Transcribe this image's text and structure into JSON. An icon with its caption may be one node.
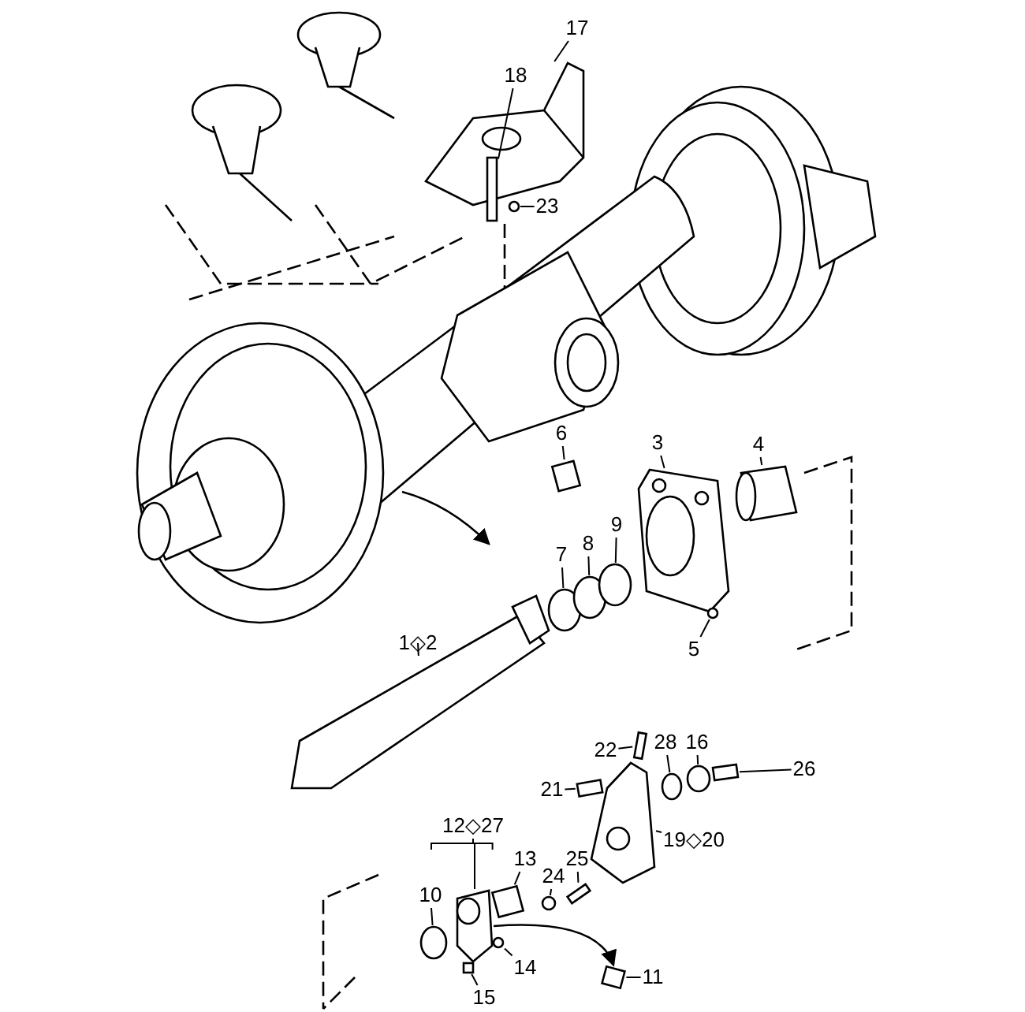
{
  "diagram": {
    "nodes": [
      {
        "text": [
          "17"
        ]
      },
      {
        "text": [
          "18"
        ]
      },
      {
        "text": [
          "23"
        ]
      },
      {
        "text": [
          "6"
        ]
      },
      {
        "text": [
          "3"
        ]
      },
      {
        "text": [
          "4"
        ]
      },
      {
        "text": [
          "7"
        ]
      },
      {
        "text": [
          "8"
        ]
      },
      {
        "text": [
          "9"
        ]
      },
      {
        "text": [
          "5"
        ]
      },
      {
        "text": [
          "1◇2"
        ]
      },
      {
        "text": [
          "22"
        ]
      },
      {
        "text": [
          "28"
        ]
      },
      {
        "text": [
          "16"
        ]
      },
      {
        "text": [
          "26"
        ]
      },
      {
        "text": [
          "21"
        ]
      },
      {
        "text": [
          "19◇20"
        ]
      },
      {
        "text": [
          "12◇27"
        ]
      },
      {
        "text": [
          "13"
        ]
      },
      {
        "text": [
          "24"
        ]
      },
      {
        "text": [
          "25"
        ]
      },
      {
        "text": [
          "10"
        ]
      },
      {
        "text": [
          "14"
        ]
      },
      {
        "text": [
          "15"
        ]
      },
      {
        "text": [
          "11"
        ]
      },
      {
        "text": [],
        "shape": "picture"
      },
      {
        "text": [],
        "shape": "box"
      },
      {
        "text": [],
        "shape": "circle"
      },
      {
        "text": [],
        "shape": "box"
      },
      {
        "text": [],
        "shape": "picture"
      },
      {
        "text": [],
        "shape": "picture"
      },
      {
        "text": [],
        "shape": "circle"
      },
      {
        "text": [],
        "shape": "circle"
      },
      {
        "text": [],
        "shape": "circle"
      },
      {
        "text": [],
        "shape": "circle"
      },
      {
        "text": [],
        "shape": "picture"
      },
      {
        "text": [],
        "shape": "box"
      },
      {
        "text": [],
        "shape": "circle"
      },
      {
        "text": [],
        "shape": "circle"
      },
      {
        "text": [],
        "shape": "box"
      },
      {
        "text": [],
        "shape": "box"
      },
      {
        "text": [],
        "shape": "picture"
      },
      {
        "text": [],
        "shape": "picture"
      },
      {
        "text": [],
        "shape": "box"
      },
      {
        "text": [],
        "shape": "circle"
      },
      {
        "text": [],
        "shape": "box"
      },
      {
        "text": [],
        "shape": "circle"
      },
      {
        "text": [],
        "shape": "circle"
      },
      {
        "text": [],
        "shape": "box"
      },
      {
        "text": [],
        "shape": "box"
      }
    ],
    "edges": [
      {
        "from": 0,
        "to": 25,
        "arrow": "none"
      },
      {
        "from": 1,
        "to": 26,
        "arrow": "none"
      },
      {
        "from": 2,
        "to": 27,
        "arrow": "none"
      },
      {
        "from": 3,
        "to": 28,
        "arrow": "none"
      },
      {
        "from": 4,
        "to": 29,
        "arrow": "none"
      },
      {
        "from": 5,
        "to": 30,
        "arrow": "none"
      },
      {
        "from": 6,
        "to": 31,
        "arrow": "none"
      },
      {
        "from": 7,
        "to": 32,
        "arrow": "none"
      },
      {
        "from": 8,
        "to": 33,
        "arrow": "none"
      },
      {
        "from": 9,
        "to": 34,
        "arrow": "none"
      },
      {
        "from": 10,
        "to": 35,
        "arrow": "none"
      },
      {
        "from": 11,
        "to": 36,
        "arrow": "none"
      },
      {
        "from": 12,
        "to": 37,
        "arrow": "none"
      },
      {
        "from": 13,
        "to": 38,
        "arrow": "none"
      },
      {
        "from": 14,
        "to": 39,
        "arrow": "none"
      },
      {
        "from": 15,
        "to": 40,
        "arrow": "none"
      },
      {
        "from": 16,
        "to": 41,
        "arrow": "none"
      },
      {
        "from": 17,
        "to": 42,
        "arrow": "none"
      },
      {
        "from": 18,
        "to": 43,
        "arrow": "none"
      },
      {
        "from": 19,
        "to": 44,
        "arrow": "none"
      },
      {
        "from": 20,
        "to": 45,
        "arrow": "none"
      },
      {
        "from": 21,
        "to": 46,
        "arrow": "none"
      },
      {
        "from": 22,
        "to": 47,
        "arrow": "none"
      },
      {
        "from": 23,
        "to": 48,
        "arrow": "none"
      },
      {
        "from": 24,
        "to": 49,
        "arrow": "none"
      },
      {
        "from": 42,
        "to": 49,
        "arrow": "to"
      }
    ]
  }
}
